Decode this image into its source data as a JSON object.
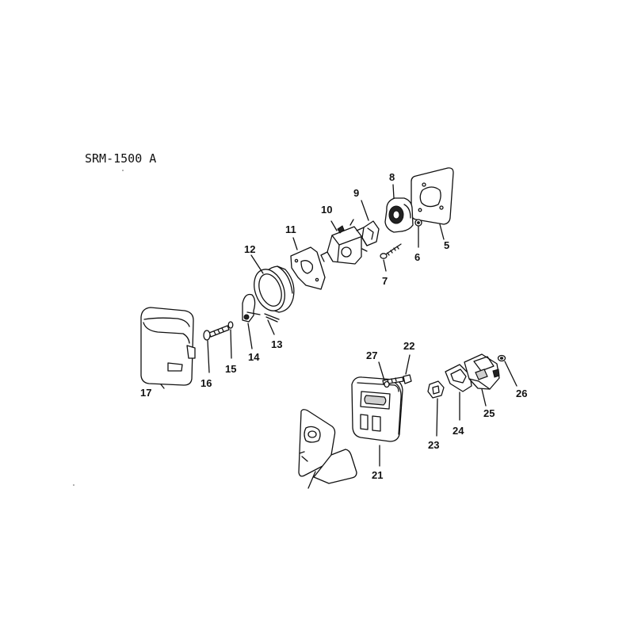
{
  "title": "SRM-1500 A",
  "labels": {
    "p5": "5",
    "p6": "6",
    "p7": "7",
    "p8": "8",
    "p9": "9",
    "p10": "10",
    "p11": "11",
    "p12": "12",
    "p13": "13",
    "p14": "14",
    "p15": "15",
    "p16": "16",
    "p17": "17",
    "p21": "21",
    "p22": "22",
    "p23": "23",
    "p24": "24",
    "p25": "25",
    "p26": "26",
    "p27": "27"
  }
}
